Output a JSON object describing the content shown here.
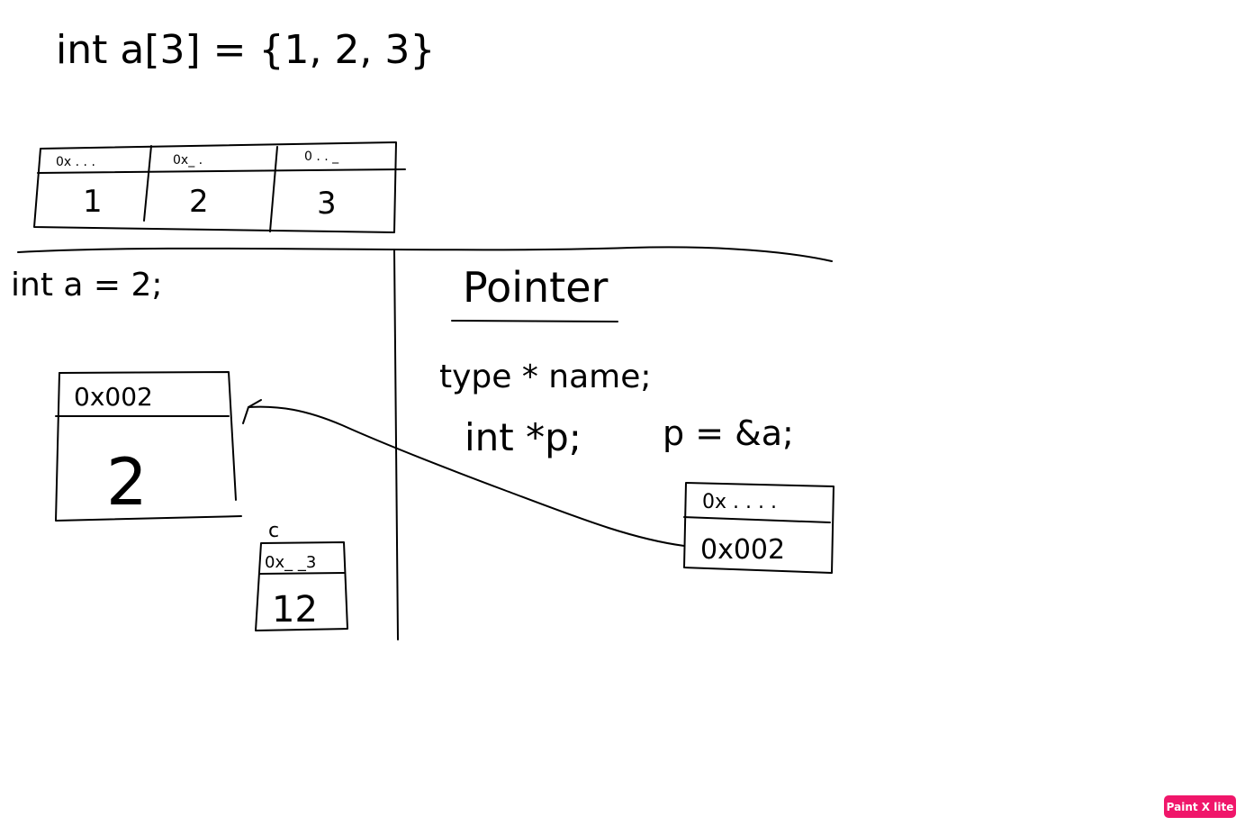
{
  "array_decl": "int a[3] = {1, 2, 3}",
  "array_cells": [
    {
      "address": "0x . . .",
      "value": "1"
    },
    {
      "address": "0x_ .",
      "value": "2"
    },
    {
      "address": "0 . . _",
      "value": "3"
    }
  ],
  "var_decl": "int a = 2;",
  "var_a": {
    "address": "0x002",
    "value": "2"
  },
  "var_c": {
    "name": "c",
    "address": "0x_ _3",
    "value": "12"
  },
  "pointer": {
    "heading": "Pointer",
    "syntax": "type * name;",
    "decl": "int *p;",
    "assign": "p = &a;",
    "address": "0x . . . .",
    "value": "0x002"
  },
  "watermark": "Paint X lite"
}
